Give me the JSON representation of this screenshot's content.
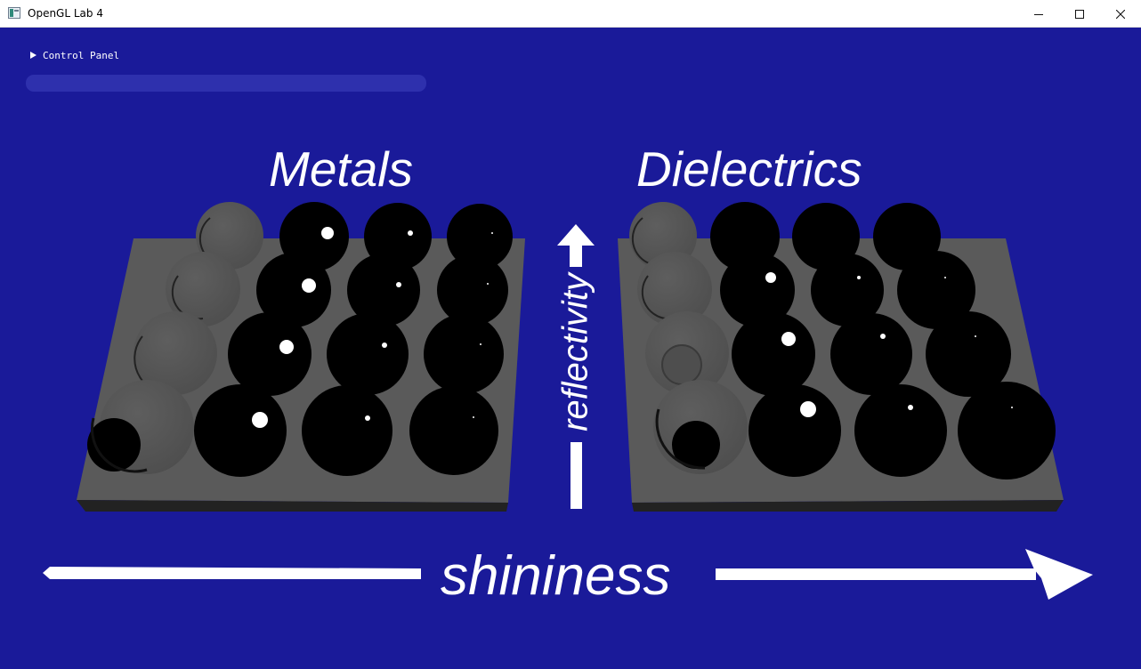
{
  "window": {
    "title": "OpenGL Lab 4",
    "controls": [
      "minimize-icon",
      "maximize-icon",
      "close-icon"
    ]
  },
  "control_panel": {
    "label": "Control Panel",
    "state": "collapsed",
    "arrow_icon": "triangle-right-icon"
  },
  "scene": {
    "labels": {
      "metals": "Metals",
      "dielectrics": "Dielectrics",
      "shininess": "shininess",
      "reflectivity": "reflectivity"
    },
    "colors": {
      "background": "#1a1a99",
      "platform": "#5a5a5a",
      "sphere": "#000000",
      "text": "#ffffff"
    }
  }
}
